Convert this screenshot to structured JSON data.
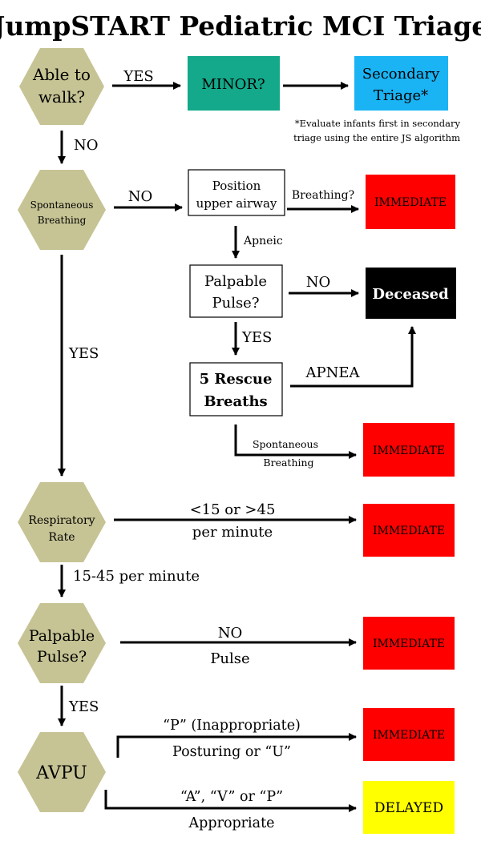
{
  "title": "JumpSTART Pediatric MCI Triage",
  "colors": {
    "hexagon": "#c6c494",
    "minor": "#14a98a",
    "secondary": "#1ab4f4",
    "immediate": "#ff0000",
    "deceased": "#000000",
    "delayed": "#ffff00"
  },
  "nodes": {
    "walk": [
      "Able to",
      "walk?"
    ],
    "spont": [
      "Spontaneous",
      "Breathing"
    ],
    "resp": [
      "Respiratory",
      "Rate"
    ],
    "pulse2": [
      "Palpable",
      "Pulse?"
    ],
    "avpu": "AVPU",
    "minor": "MINOR?",
    "secondary": [
      "Secondary",
      "Triage*"
    ],
    "footnote": [
      "*Evaluate infants first in secondary",
      "triage using the entire JS algorithm"
    ],
    "position": [
      "Position",
      "upper airway"
    ],
    "pulse1": [
      "Palpable",
      "Pulse?"
    ],
    "rescue": [
      "5 Rescue",
      "Breaths"
    ],
    "deceased": "Deceased",
    "immediate": "IMMEDIATE",
    "delayed": "DELAYED"
  },
  "labels": {
    "yes_walk": "YES",
    "no_walk": "NO",
    "no_spont": "NO",
    "breathing_q": "Breathing?",
    "apneic": "Apneic",
    "no_pulse1": "NO",
    "yes_pulse1": "YES",
    "apnea": "APNEA",
    "spont_breathing": [
      "Spontaneous",
      "Breathing"
    ],
    "yes_spont": "YES",
    "rr_abnormal": [
      "<15 or >45",
      "per minute"
    ],
    "rr_normal": "15-45 per minute",
    "no_pulse2": [
      "NO",
      "Pulse"
    ],
    "yes_pulse2": "YES",
    "p_inappropriate": [
      "“P” (Inappropriate)",
      "Posturing or “U”"
    ],
    "avp_appropriate": [
      "“A”, “V” or “P”",
      "Appropriate"
    ]
  }
}
